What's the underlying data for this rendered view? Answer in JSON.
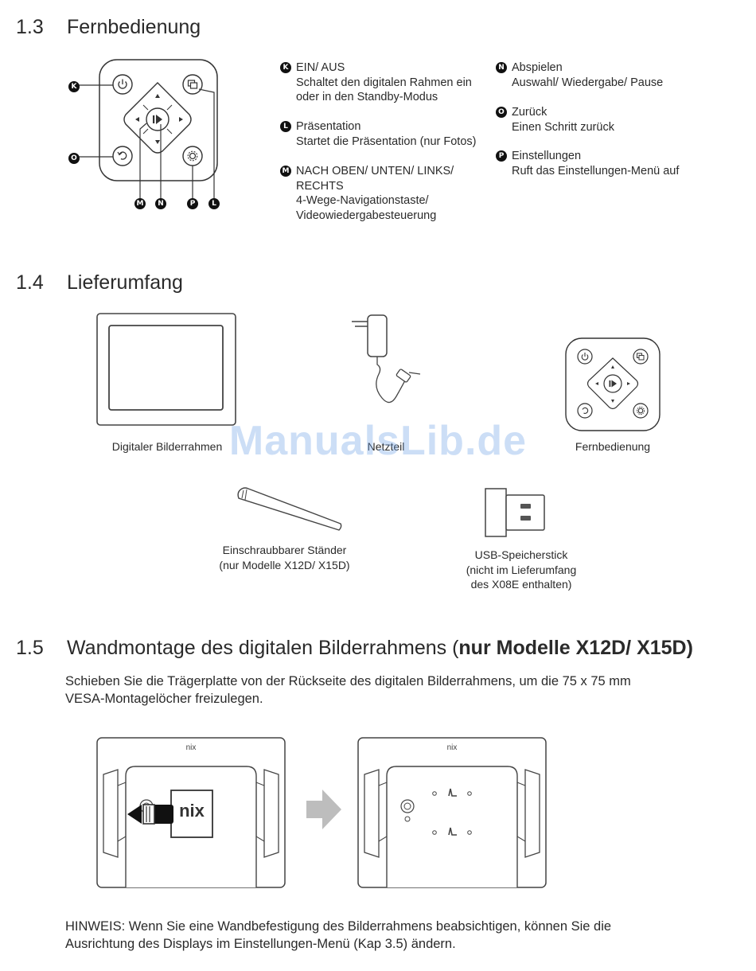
{
  "sections": {
    "s13": {
      "number": "1.3",
      "title": "Fernbedienung"
    },
    "s14": {
      "number": "1.4",
      "title": "Lieferumfang"
    },
    "s15": {
      "number": "1.5",
      "title_regular": "Wandmontage des digitalen Bilderrahmens (",
      "title_bold": "nur Modelle X12D/ X15D)"
    }
  },
  "remote_badges": {
    "k": "K",
    "o": "O",
    "m": "M",
    "n": "N",
    "p": "P",
    "l": "L"
  },
  "legend": {
    "k": {
      "badge": "K",
      "title": "EIN/ AUS",
      "line1": "Schaltet den digitalen Rahmen ein",
      "line2": "oder in den Standby-Modus"
    },
    "l": {
      "badge": "L",
      "title": "Präsentation",
      "line1": "Startet die Präsentation (nur Fotos)"
    },
    "m": {
      "badge": "M",
      "title": "NACH OBEN/ UNTEN/ LINKS/",
      "line1": "RECHTS",
      "line2": "4-Wege-Navigationstaste/",
      "line3": "Videowiedergabesteuerung"
    },
    "n": {
      "badge": "N",
      "title": "Abspielen",
      "line1": "Auswahl/ Wiedergabe/ Pause"
    },
    "o": {
      "badge": "O",
      "title": "Zurück",
      "line1": "Einen Schritt zurück"
    },
    "p": {
      "badge": "P",
      "title": "Einstellungen",
      "line1": "Ruft das Einstellungen-Menü auf"
    }
  },
  "contents": {
    "frame": "Digitaler Bilderrahmen",
    "adapter": "Netzteil",
    "remote": "Fernbedienung",
    "stand_line1": "Einschraubbarer Ständer",
    "stand_line2": "(nur Modelle X12D/ X15D)",
    "usb_line1": "USB-Speicherstick",
    "usb_line2": "(nicht im Lieferumfang",
    "usb_line3": "des X08E enthalten)"
  },
  "mount_text_line1": "Schieben Sie die Trägerplatte von der Rückseite des digitalen Bilderrahmens, um die 75 x 75 mm",
  "mount_text_line2": "VESA-Montagelöcher freizulegen.",
  "brand": {
    "logo_small_left": "nix",
    "logo_small_right": "nix",
    "logo_plate": "nix"
  },
  "note_line1": "HINWEIS: Wenn Sie eine Wandbefestigung des Bilderrahmens beabsichtigen, können Sie die",
  "note_line2": "Ausrichtung des Displays im Einstellungen-Menü (Kap 3.5) ändern.",
  "watermark": "ManualsLib.de"
}
